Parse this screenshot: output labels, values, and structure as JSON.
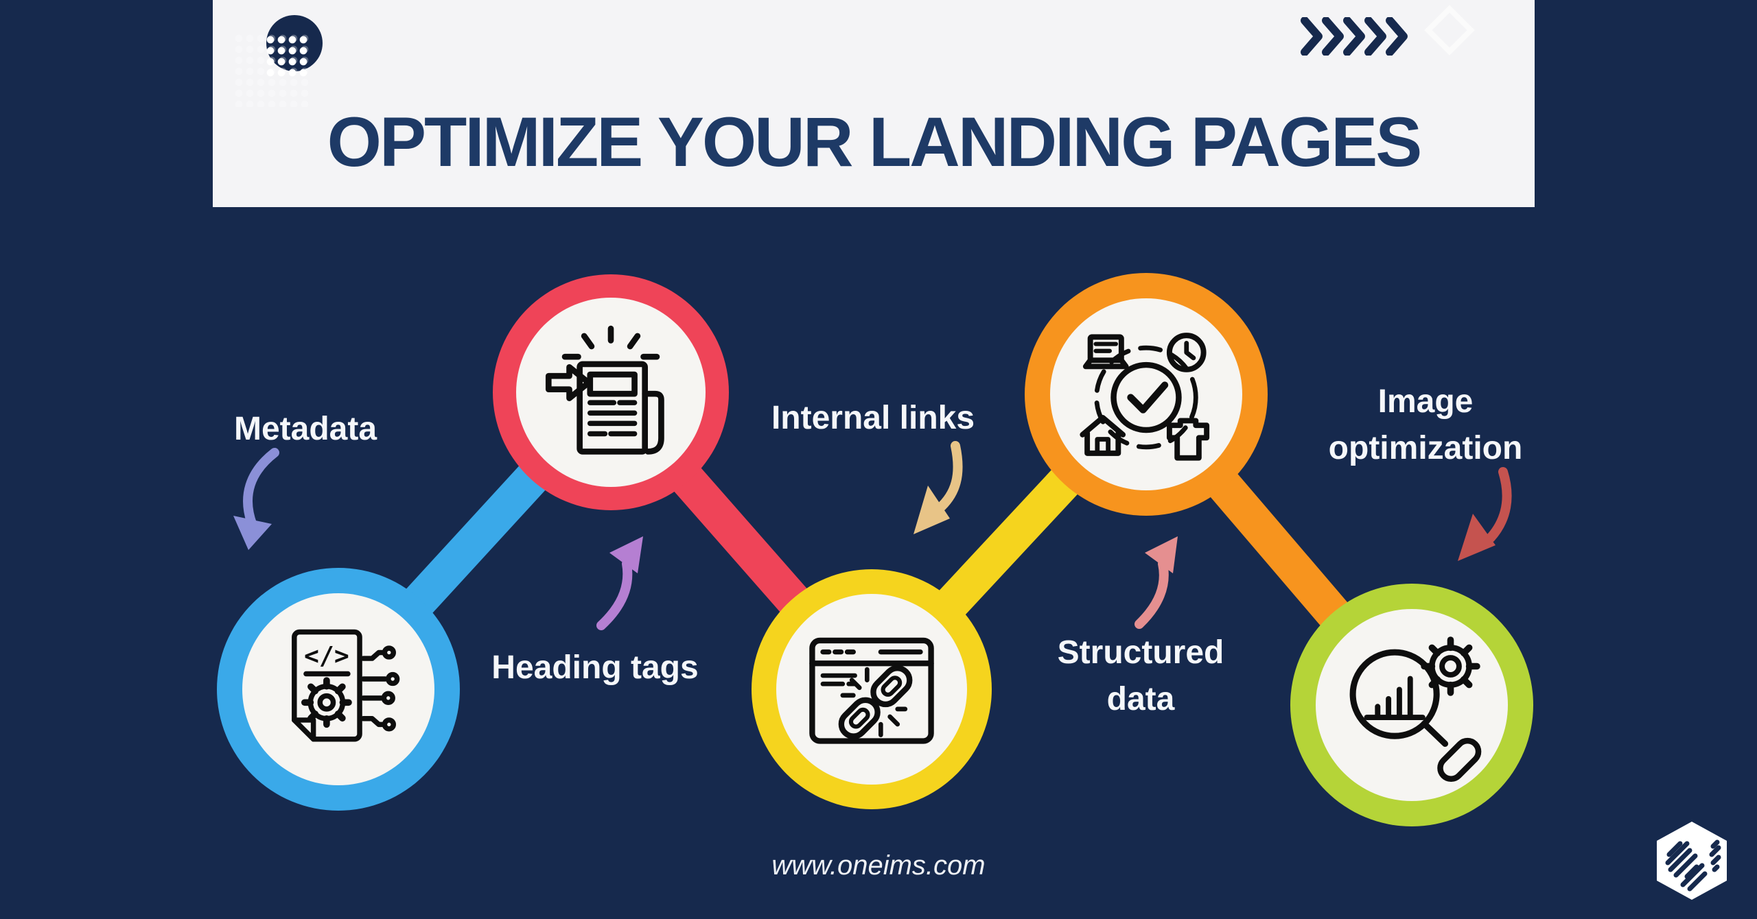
{
  "page": {
    "background_color": "#16294d"
  },
  "header": {
    "title": "OPTIMIZE YOUR LANDING PAGES",
    "background_color": "#f4f4f6",
    "title_color": "#1e3a66",
    "chevron_color": "#16294d"
  },
  "steps": [
    {
      "label": "Metadata",
      "ring_color": "#3aa9e9",
      "arrow_color": "#8b90d8",
      "icon": "code-document-circuit-icon"
    },
    {
      "label": "Heading tags",
      "ring_color": "#ef4458",
      "arrow_color": "#b57fd2",
      "icon": "newspaper-arrow-icon"
    },
    {
      "label": "Internal links",
      "ring_color": "#f5d41e",
      "arrow_color": "#e8c487",
      "icon": "browser-broken-link-icon"
    },
    {
      "label": "Structured data",
      "ring_color": "#f7941e",
      "arrow_color": "#e58f90",
      "icon": "schema-check-icon"
    },
    {
      "label": "Image optimization",
      "ring_color": "#b5d438",
      "arrow_color": "#c5534f",
      "icon": "magnifier-chart-gear-icon"
    }
  ],
  "footer": {
    "website": "www.oneims.com"
  }
}
